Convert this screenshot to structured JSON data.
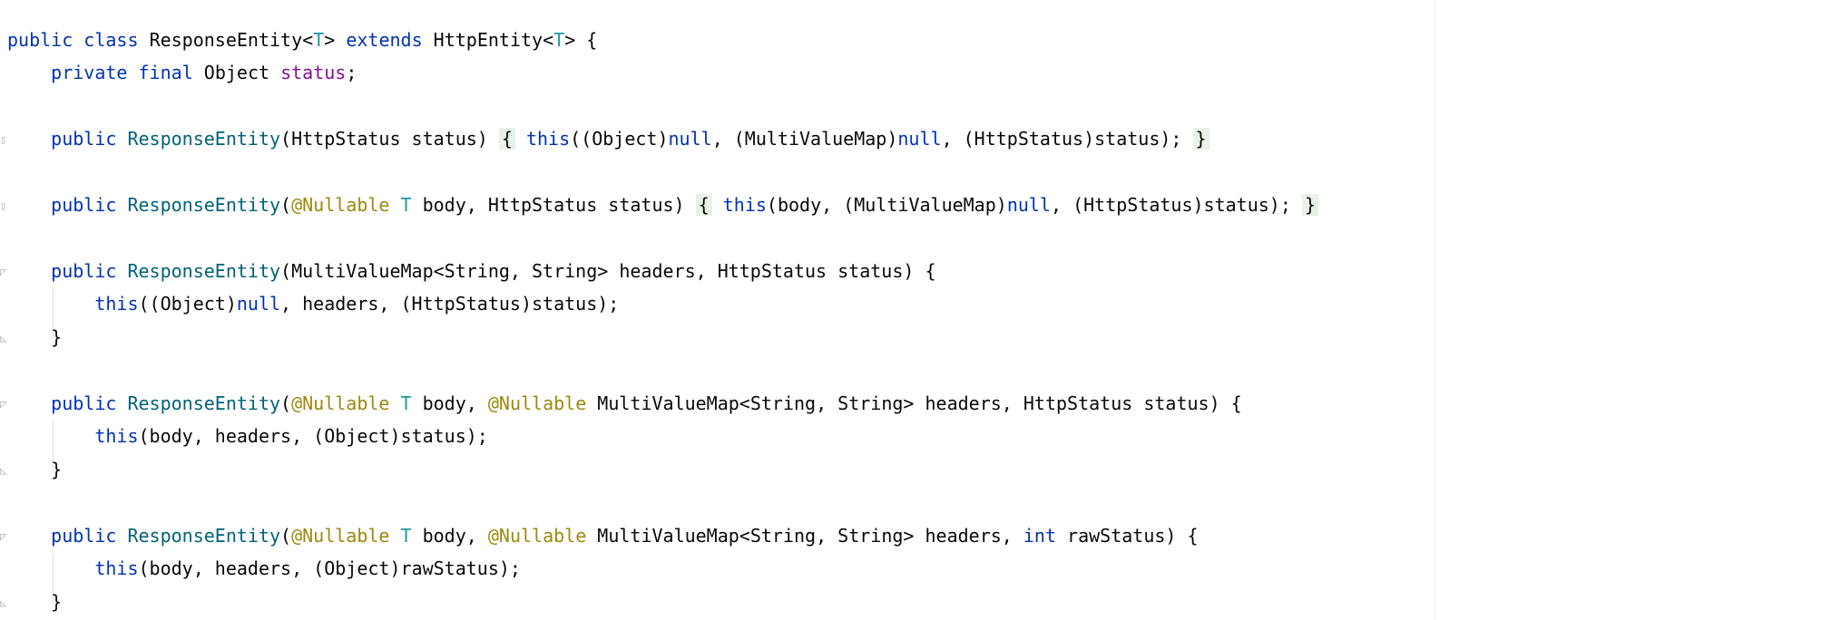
{
  "code": {
    "class_decl": {
      "public": "public",
      "class": "class",
      "name": "ResponseEntity",
      "lt": "<",
      "tparam": "T",
      "gt": ">",
      "extends": "extends",
      "super": "HttpEntity",
      "super_lt": "<",
      "super_tparam": "T",
      "super_tail": "> {"
    },
    "field": {
      "private": "private",
      "final": "final",
      "type": "Object",
      "name": "status",
      "semi": ";"
    },
    "ctor1": {
      "public": "public",
      "name": "ResponseEntity",
      "params": "(HttpStatus status)",
      "open": "{",
      "this": "this",
      "a1": "((Object)",
      "null1": "null",
      "a2": ", (MultiValueMap)",
      "null2": "null",
      "a3": ", (HttpStatus)status);",
      "close": "}"
    },
    "ctor2": {
      "public": "public",
      "name": "ResponseEntity",
      "p_open": "(",
      "ann": "@Nullable",
      "tp": "T",
      "params_rest": " body, HttpStatus status)",
      "open": "{",
      "this": "this",
      "a1": "(body, (MultiValueMap)",
      "null1": "null",
      "a2": ", (HttpStatus)status);",
      "close": "}"
    },
    "ctor3": {
      "public": "public",
      "name": "ResponseEntity",
      "params": "(MultiValueMap<String, String> headers, HttpStatus status) {",
      "this": "this",
      "a1": "((Object)",
      "null1": "null",
      "a2": ", headers, (HttpStatus)status);",
      "close": "}"
    },
    "ctor4": {
      "public": "public",
      "name": "ResponseEntity",
      "p_open": "(",
      "ann1": "@Nullable",
      "tp": "T",
      "mid": " body, ",
      "ann2": "@Nullable",
      "rest": " MultiValueMap<String, String> headers, HttpStatus status) {",
      "this": "this",
      "a1": "(body, headers, (Object)status);",
      "close": "}"
    },
    "ctor5": {
      "public": "public",
      "name": "ResponseEntity",
      "p_open": "(",
      "ann1": "@Nullable",
      "tp": "T",
      "mid": " body, ",
      "ann2": "@Nullable",
      "rest1": " MultiValueMap<String, String> headers, ",
      "int": "int",
      "rest2": " rawStatus) {",
      "this": "this",
      "a1": "(body, headers, (Object)rawStatus);",
      "close": "}"
    }
  }
}
